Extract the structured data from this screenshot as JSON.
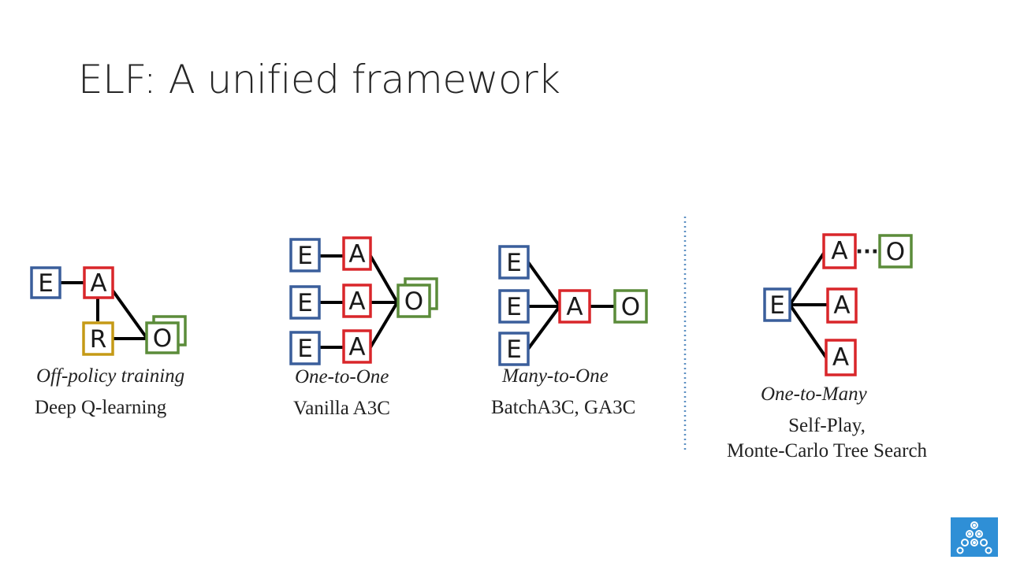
{
  "slide": {
    "title": "ELF: A unified framework"
  },
  "labels": {
    "environment": "E",
    "actor": "A",
    "optimizer": "O",
    "replay": "R",
    "ellipsis": "···"
  },
  "colors": {
    "environment": "#3a5e9b",
    "actor": "#d9262a",
    "optimizer": "#5b8c3a",
    "replay": "#c59a16",
    "separator": "#5b8fc2",
    "logo": "#2f8fd6"
  },
  "sections": [
    {
      "pattern": "Off-policy training",
      "methods": [
        "Deep Q-learning"
      ]
    },
    {
      "pattern": "One-to-One",
      "methods": [
        "Vanilla A3C"
      ]
    },
    {
      "pattern": "Many-to-One",
      "methods": [
        "BatchA3C, GA3C"
      ]
    },
    {
      "pattern": "One-to-Many",
      "methods": [
        "Self-Play,",
        "Monte-Carlo Tree Search"
      ]
    }
  ]
}
